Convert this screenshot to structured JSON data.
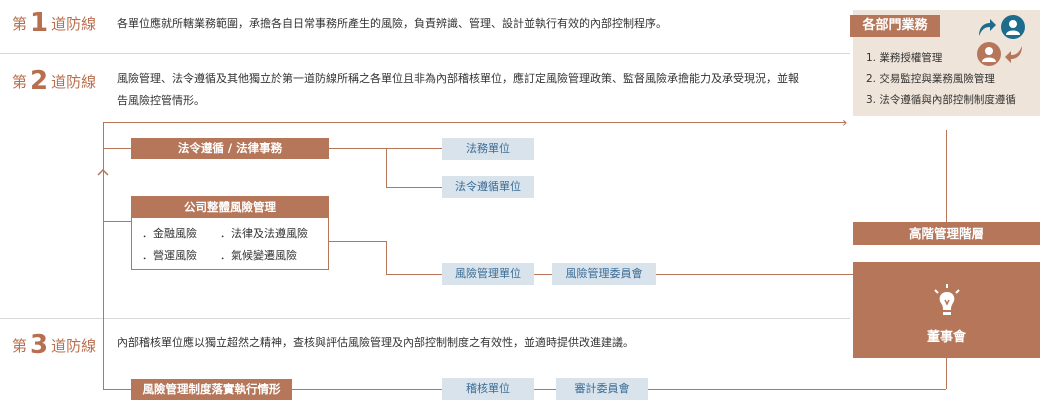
{
  "lines": [
    {
      "prefix": "第",
      "num": "1",
      "suffix": "道防線",
      "description": "各單位應就所轄業務範圍，承擔各自日常事務所產生的風險，負責辨識、管理、設計並執行有效的內部控制程序。"
    },
    {
      "prefix": "第",
      "num": "2",
      "suffix": "道防線",
      "description": "風險管理、法令遵循及其他獨立於第一道防線所稱之各單位且非為內部稽核單位，應訂定風險管理政策、監督風險承擔能力及承受現況，並報告風險控管情形。"
    },
    {
      "prefix": "第",
      "num": "3",
      "suffix": "道防線",
      "description": "內部稽核單位應以獨立超然之精神，查核與評估風險管理及內部控制制度之有效性，並適時提供改進建議。"
    }
  ],
  "dept_panel": {
    "title": "各部門業務",
    "items": [
      "1. 業務授權管理",
      "2. 交易監控與業務風險管理",
      "3. 法令遵循與內部控制制度遵循"
    ],
    "icons": [
      "share-arrow-icon",
      "user-icon",
      "user-icon",
      "reply-arrow-icon"
    ]
  },
  "second_line": {
    "legal_box": "法令遵循 / 法律事務",
    "legal_units": [
      "法務單位",
      "法令遵循單位"
    ],
    "risk_box_title": "公司整體風險管理",
    "risks": [
      "．金融風險",
      "．法律及法遵風險",
      "．營運風險",
      "．氣候變遷風險"
    ],
    "risk_unit": "風險管理單位",
    "risk_committee": "風險管理委員會"
  },
  "third_line": {
    "box": "風險管理制度落實執行情形",
    "audit_unit": "稽核單位",
    "audit_committee": "審計委員會"
  },
  "senior_mgmt": "高階管理階層",
  "board": {
    "label": "董事會",
    "icon": "lightbulb-icon"
  },
  "colors": {
    "accent_brown": "#b5765a",
    "label_brown": "#b86f4f",
    "blue_box": "#d8e3ec",
    "blue_text": "#3b6c96",
    "panel_bg": "#efe4da"
  }
}
